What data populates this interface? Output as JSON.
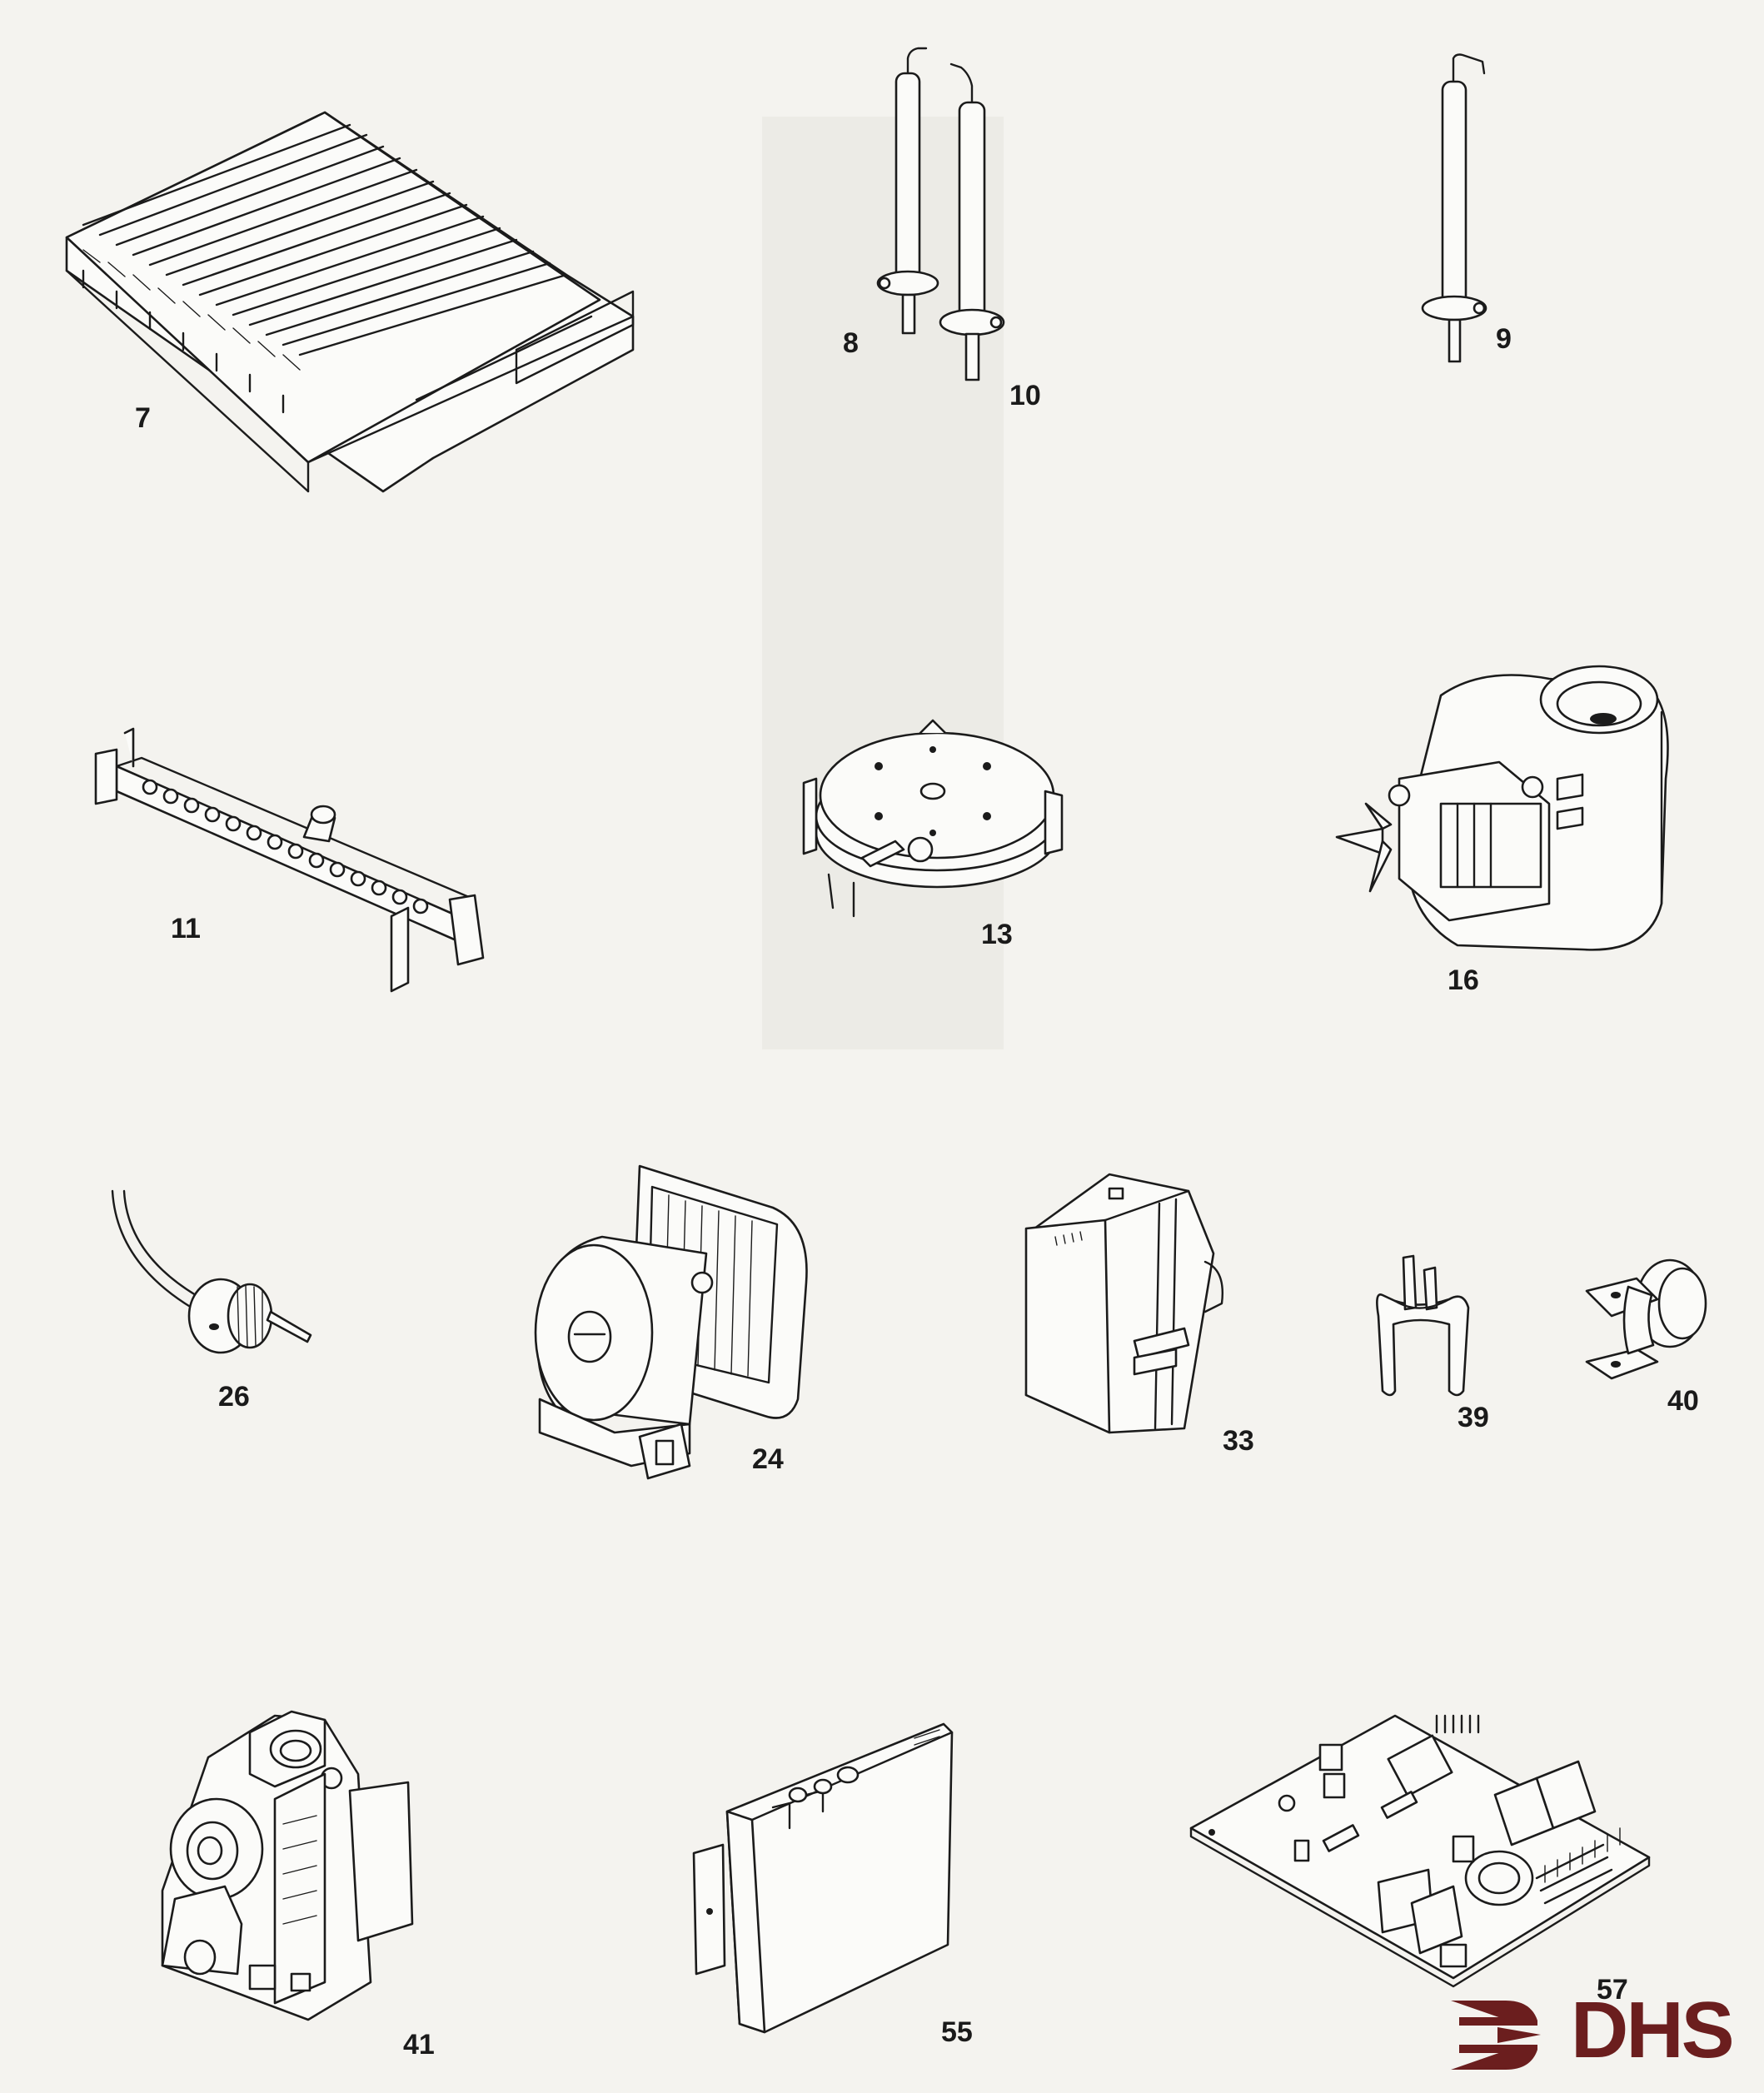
{
  "parts": [
    {
      "id": "burner",
      "label": "7"
    },
    {
      "id": "ignition-electrode-left",
      "label": "8"
    },
    {
      "id": "ignition-electrode-right",
      "label": "10"
    },
    {
      "id": "sensing-electrode",
      "label": "9"
    },
    {
      "id": "injector-manifold",
      "label": "11"
    },
    {
      "id": "pressure-switch",
      "label": "13"
    },
    {
      "id": "fan-assembly",
      "label": "16"
    },
    {
      "id": "temperature-sensor",
      "label": "26"
    },
    {
      "id": "pump",
      "label": "24"
    },
    {
      "id": "diverter-valve-motor",
      "label": "33"
    },
    {
      "id": "thermistor-clip",
      "label": "39"
    },
    {
      "id": "overheat-thermostat",
      "label": "40"
    },
    {
      "id": "gas-valve",
      "label": "41"
    },
    {
      "id": "control-box",
      "label": "55"
    },
    {
      "id": "pcb",
      "label": "57"
    }
  ],
  "logo": {
    "text": "DHS",
    "color": "#6b1e1e"
  }
}
